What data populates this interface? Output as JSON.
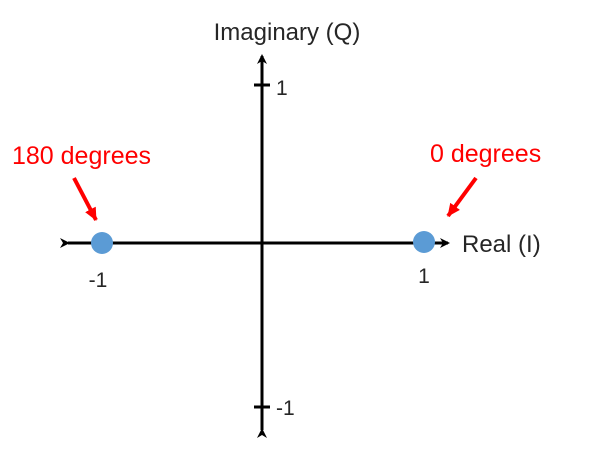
{
  "diagram": {
    "axes": {
      "vertical_label": "Imaginary (Q)",
      "horizontal_label": "Real (I)"
    },
    "ticks": {
      "q_positive": "1",
      "q_negative": "-1",
      "i_positive": "1",
      "i_negative": "-1"
    },
    "points": [
      {
        "label": "180 degrees",
        "real": -1,
        "imag": 0
      },
      {
        "label": "0 degrees",
        "real": 1,
        "imag": 0
      }
    ],
    "colors": {
      "axis": "#000000",
      "point": "#5b9bd5",
      "annotation": "#ff0000"
    }
  }
}
